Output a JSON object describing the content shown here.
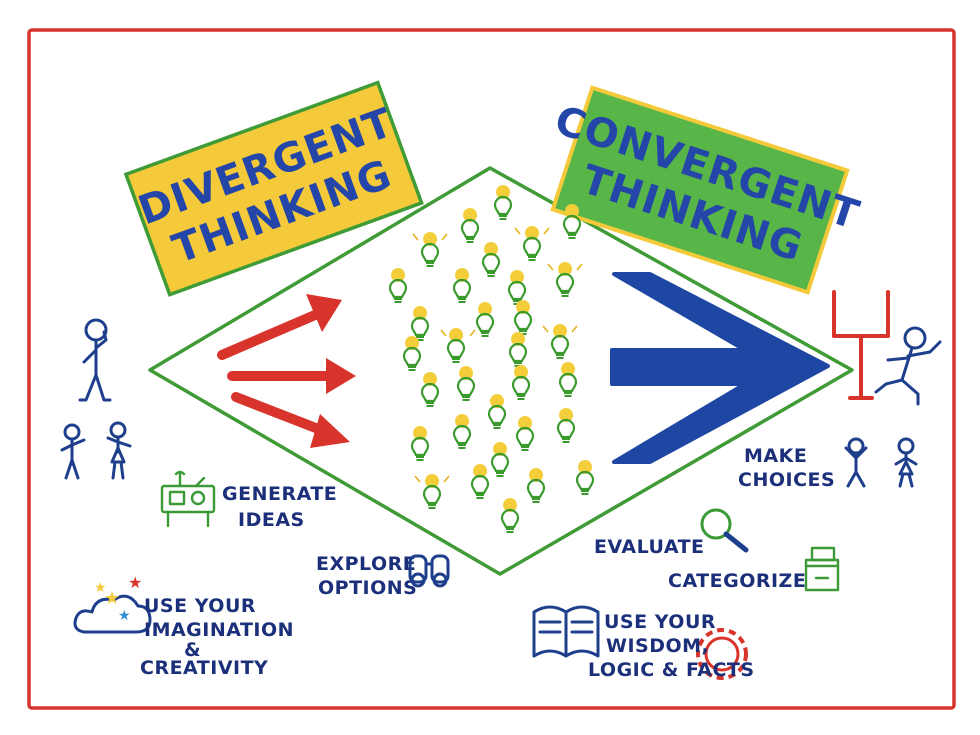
{
  "colors": {
    "frame": "#d9342b",
    "diamond": "#3f9b35",
    "divergent_box": "#f4c93a",
    "convergent_box": "#58b548",
    "title_text": "#2446a8",
    "label_text": "#1b2f7a",
    "red_arrow": "#d9342b",
    "blue_arrow": "#1e46a3",
    "bulb_outline": "#3a9a2e",
    "bulb_fill": "#f3cd3a"
  },
  "divergent": {
    "line1": "DIVERGENT",
    "line2": "THINKING"
  },
  "convergent": {
    "line1": "CONVERGENT",
    "line2": "THINKING"
  },
  "labels": {
    "generate_1": "GENERATE",
    "generate_2": "IDEAS",
    "explore_1": "EXPLORE",
    "explore_2": "OPTIONS",
    "imagination_1": "USE YOUR",
    "imagination_2": "IMAGINATION",
    "imagination_3": "&",
    "imagination_4": "CREATIVITY",
    "make_1": "MAKE",
    "make_2": "CHOICES",
    "evaluate": "EVALUATE",
    "categorize": "CATEGORIZE",
    "wisdom_1": "USE YOUR",
    "wisdom_2": "WISDOM,",
    "wisdom_3": "LOGIC & FACTS"
  },
  "icons": {
    "generate": "idea-machine-icon",
    "explore": "binoculars-icon",
    "imagination": "cloud-stars-icon",
    "evaluate": "magnifier-icon",
    "categorize": "file-drawer-icon",
    "wisdom": "book-gear-icon",
    "goal": "goalpost-icon",
    "bulb": "lightbulb-icon",
    "person": "stick-figure-icon"
  }
}
